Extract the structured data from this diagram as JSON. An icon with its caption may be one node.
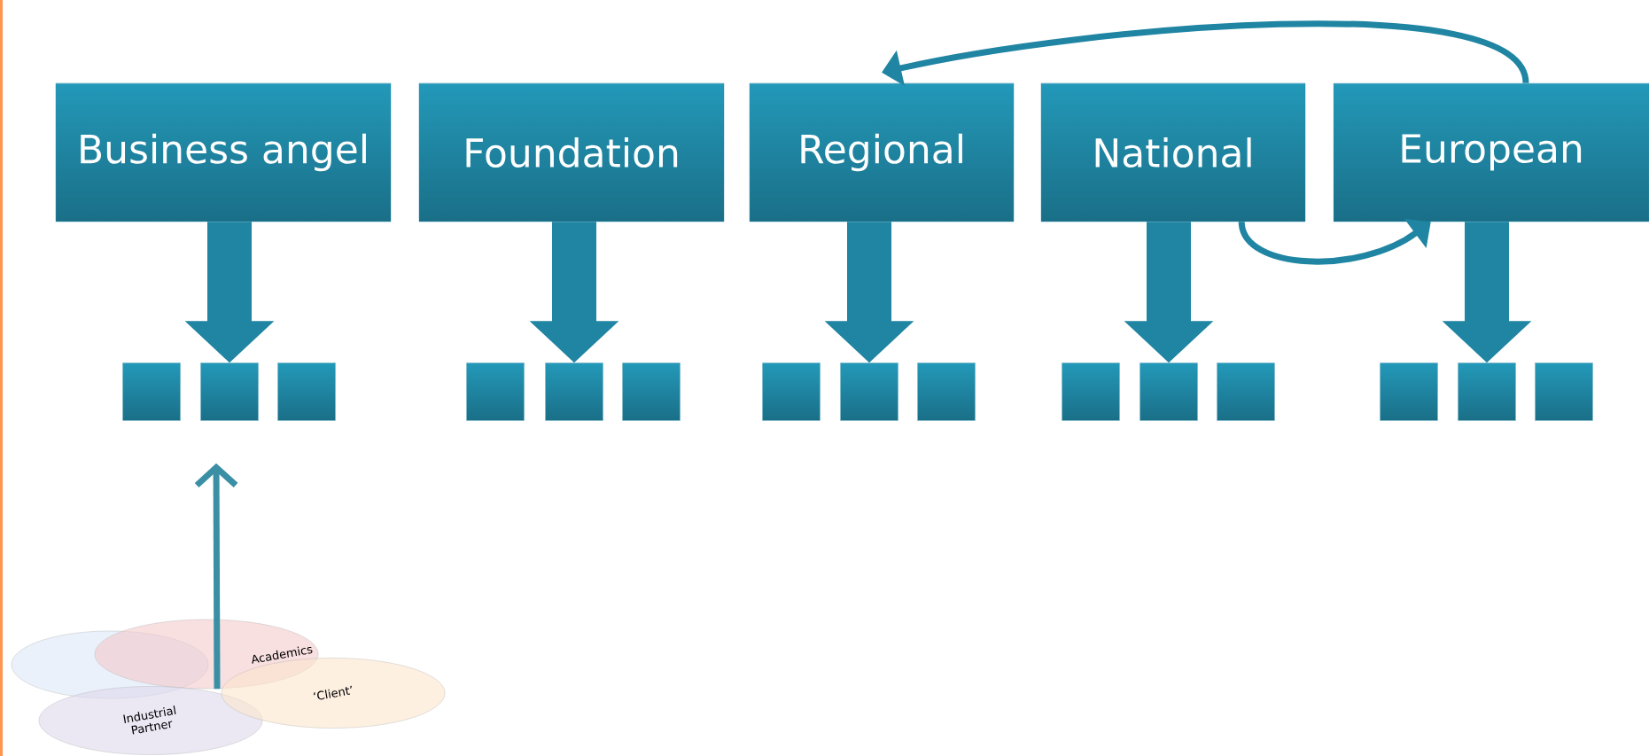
{
  "diagram": {
    "nodes": [
      {
        "text": [
          "Business angel"
        ]
      },
      {
        "text": [
          "Foundation"
        ]
      },
      {
        "text": [
          "Regional"
        ]
      },
      {
        "text": [
          "National"
        ]
      },
      {
        "text": [
          "European"
        ]
      },
      {
        "text": [],
        "shape": "box"
      },
      {
        "text": [],
        "shape": "box"
      },
      {
        "text": [],
        "shape": "box"
      },
      {
        "text": [],
        "shape": "box"
      },
      {
        "text": [],
        "shape": "box"
      },
      {
        "text": [],
        "shape": "box"
      },
      {
        "text": [],
        "shape": "box"
      },
      {
        "text": [],
        "shape": "box"
      },
      {
        "text": [],
        "shape": "box"
      },
      {
        "text": [],
        "shape": "box"
      },
      {
        "text": [],
        "shape": "box"
      },
      {
        "text": [],
        "shape": "box"
      },
      {
        "text": [],
        "shape": "box"
      },
      {
        "text": [],
        "shape": "box"
      },
      {
        "text": [],
        "shape": "box"
      },
      {
        "text": [],
        "shape": "ellipse"
      },
      {
        "text": [
          "Academics"
        ]
      },
      {
        "text": [
          "Industrial Partner"
        ]
      },
      {
        "text": [
          "‘Client’"
        ]
      }
    ],
    "edges": [
      {
        "from": 0,
        "to": 6,
        "arrow": "to"
      },
      {
        "from": 1,
        "to": 9,
        "arrow": "to"
      },
      {
        "from": 2,
        "to": 12,
        "arrow": "to"
      },
      {
        "from": 3,
        "to": 15,
        "arrow": "to"
      },
      {
        "from": 4,
        "to": 18,
        "arrow": "to"
      },
      {
        "from": 3,
        "to": 4,
        "arrow": "to"
      },
      {
        "from": 4,
        "to": 2,
        "arrow": "to"
      },
      {
        "from": 21,
        "to": 6,
        "arrow": "to"
      }
    ]
  }
}
